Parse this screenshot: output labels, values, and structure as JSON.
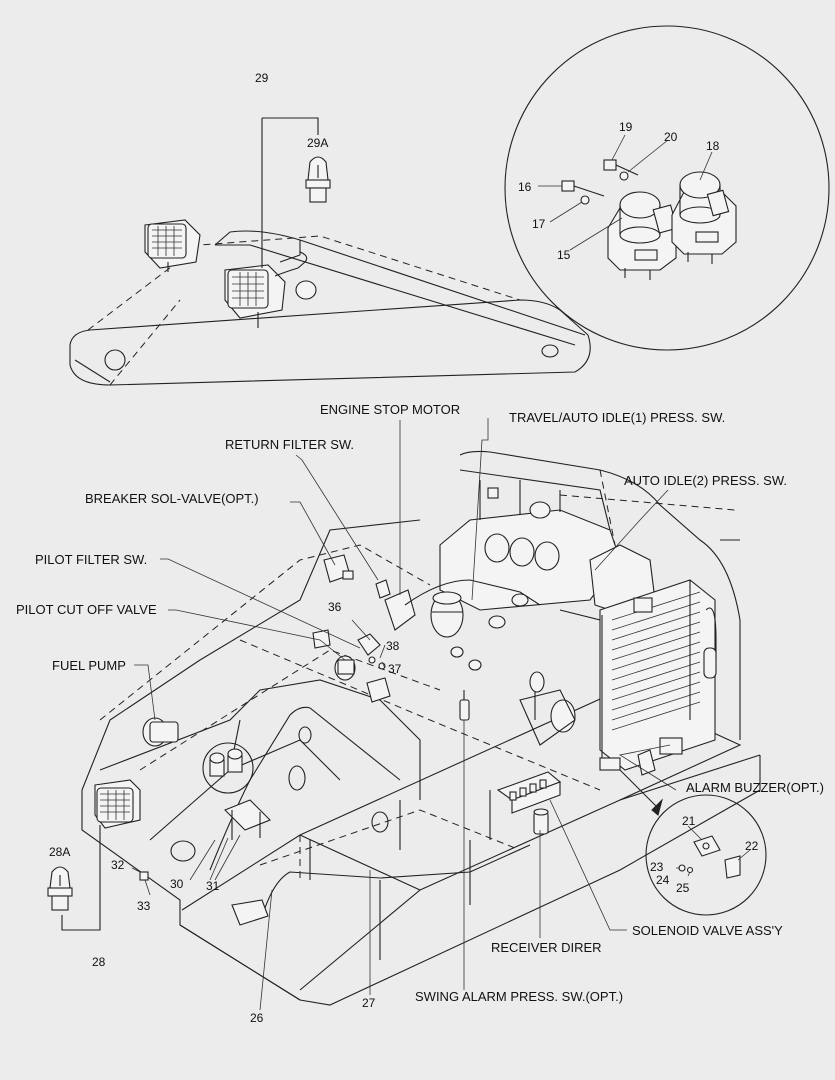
{
  "callouts": {
    "n29": "29",
    "n29a": "29A",
    "n19": "19",
    "n20": "20",
    "n18": "18",
    "n16": "16",
    "n17": "17",
    "n15": "15",
    "n36": "36",
    "n38": "38",
    "n37": "37",
    "n21": "21",
    "n22": "22",
    "n23": "23",
    "n24": "24",
    "n25": "25",
    "n28a": "28A",
    "n32": "32",
    "n33": "33",
    "n30": "30",
    "n31": "31",
    "n28": "28",
    "n26": "26",
    "n27": "27"
  },
  "labels": {
    "engine_stop_motor": "ENGINE STOP MOTOR",
    "travel_auto_idle": "TRAVEL/AUTO IDLE(1) PRESS. SW.",
    "return_filter": "RETURN FILTER SW.",
    "auto_idle2": "AUTO IDLE(2) PRESS. SW.",
    "breaker_sol": "BREAKER SOL-VALVE(OPT.)",
    "pilot_filter": "PILOT FILTER SW.",
    "pilot_cut_off": "PILOT CUT OFF VALVE",
    "fuel_pump": "FUEL PUMP",
    "alarm_buzzer": "ALARM BUZZER(OPT.)",
    "solenoid_valve": "SOLENOID VALVE ASS'Y",
    "receiver_direr": "RECEIVER DIRER",
    "swing_alarm": "SWING ALARM PRESS. SW.(OPT.)"
  }
}
